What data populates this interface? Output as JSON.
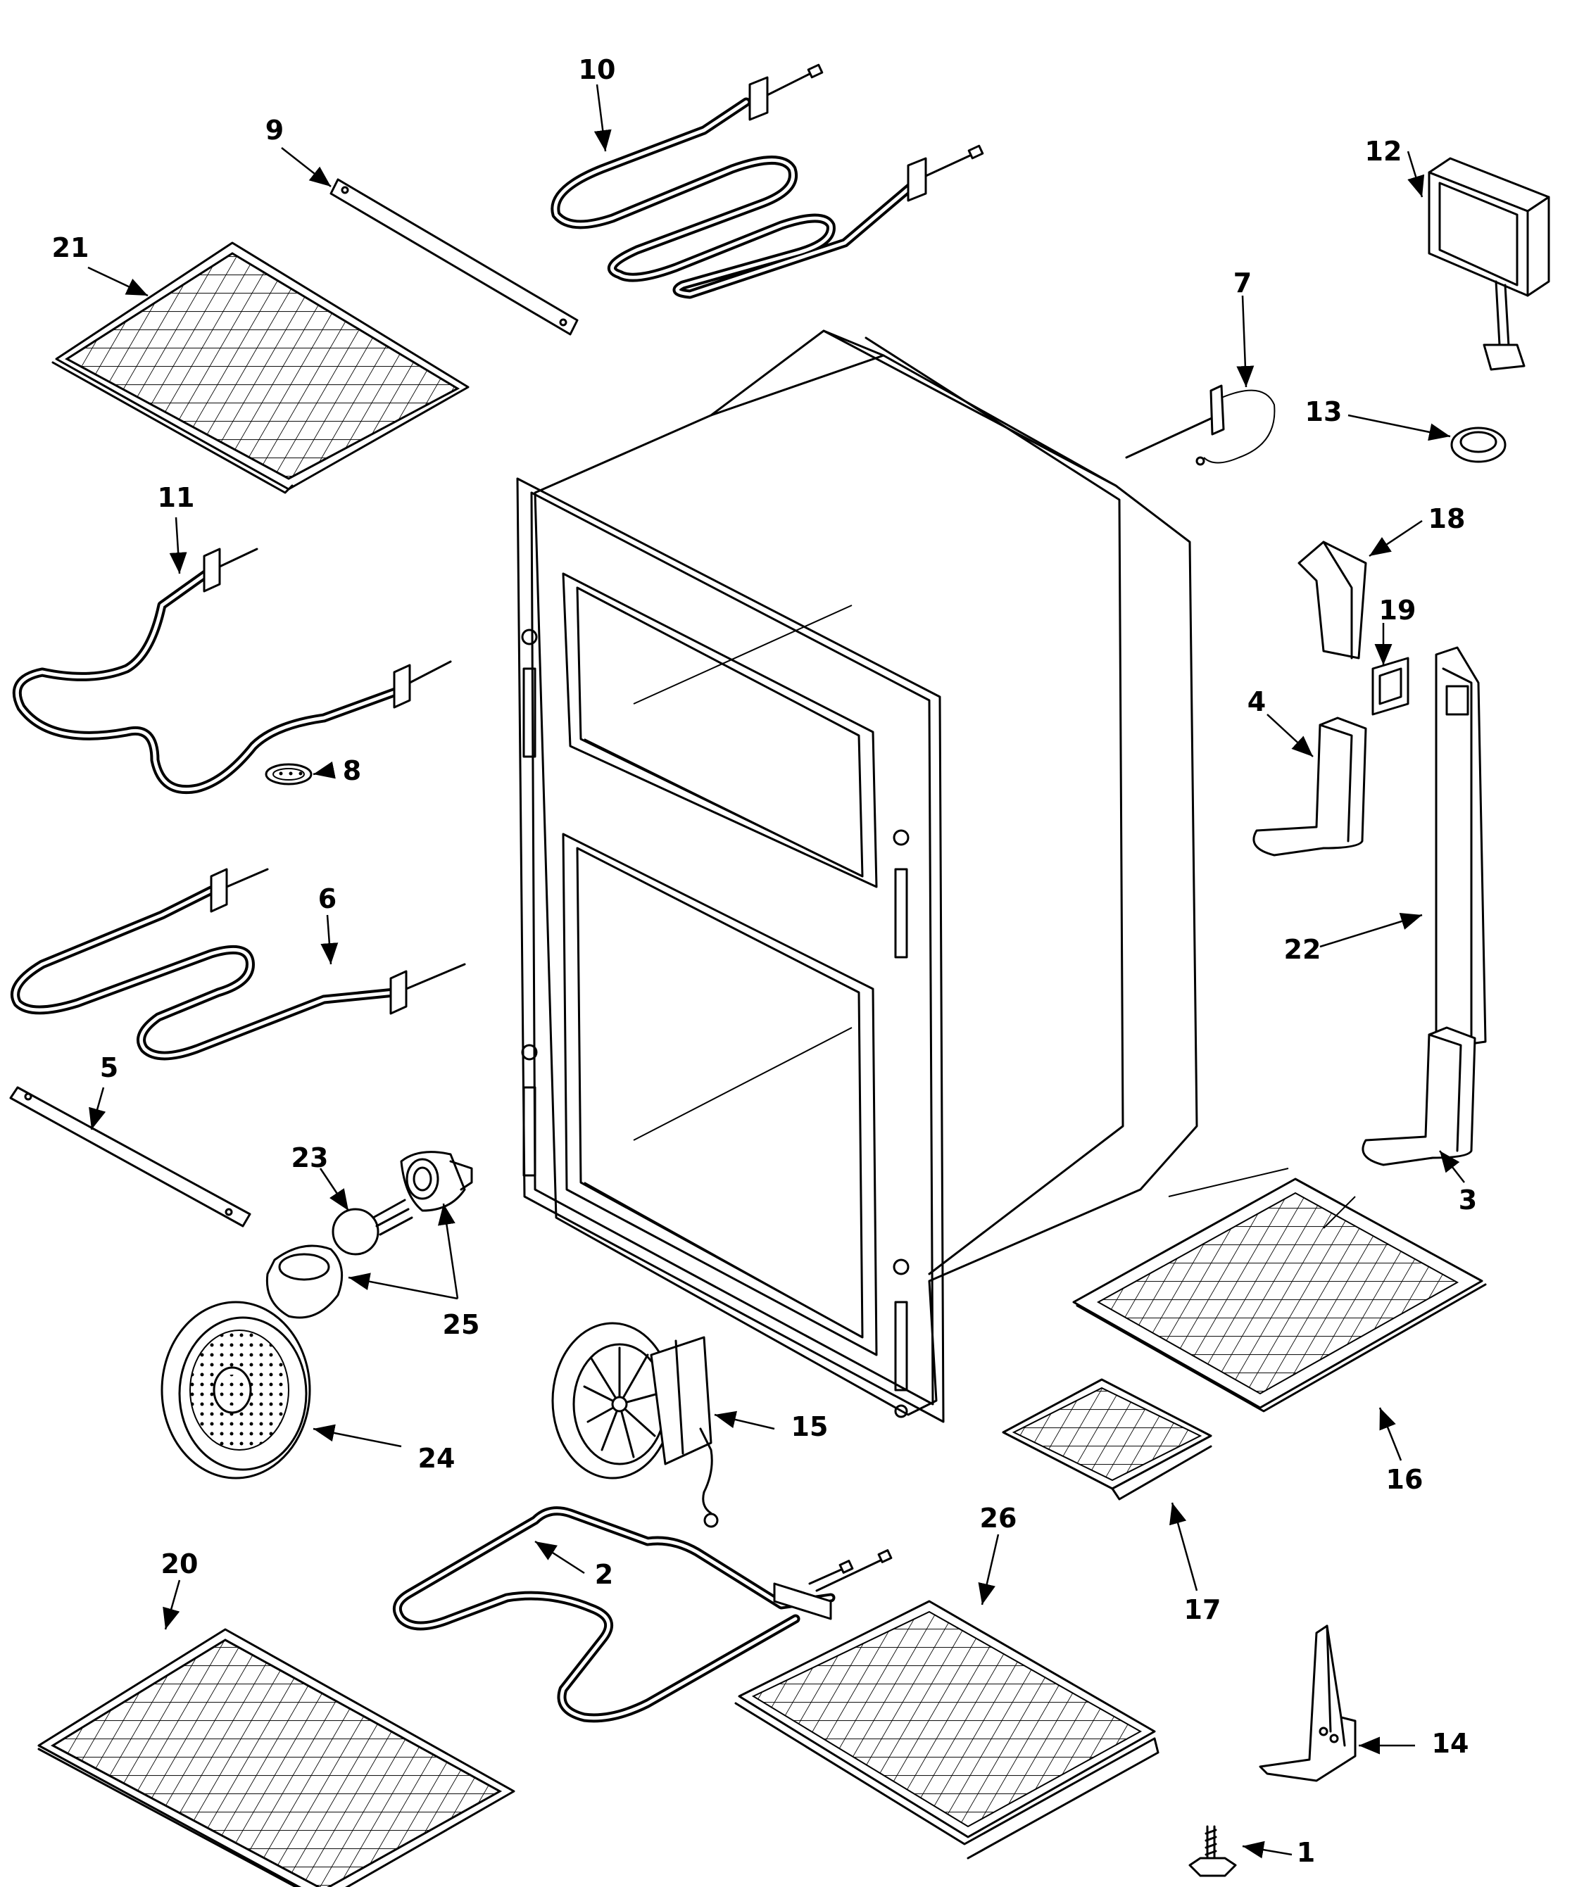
{
  "diagram": {
    "callouts": [
      {
        "id": "1",
        "label": "1"
      },
      {
        "id": "2",
        "label": "2"
      },
      {
        "id": "3",
        "label": "3"
      },
      {
        "id": "4",
        "label": "4"
      },
      {
        "id": "5",
        "label": "5"
      },
      {
        "id": "6",
        "label": "6"
      },
      {
        "id": "7",
        "label": "7"
      },
      {
        "id": "8",
        "label": "8"
      },
      {
        "id": "9",
        "label": "9"
      },
      {
        "id": "10",
        "label": "10"
      },
      {
        "id": "11",
        "label": "11"
      },
      {
        "id": "12",
        "label": "12"
      },
      {
        "id": "13",
        "label": "13"
      },
      {
        "id": "14",
        "label": "14"
      },
      {
        "id": "15",
        "label": "15"
      },
      {
        "id": "16",
        "label": "16"
      },
      {
        "id": "17",
        "label": "17"
      },
      {
        "id": "18",
        "label": "18"
      },
      {
        "id": "19",
        "label": "19"
      },
      {
        "id": "20",
        "label": "20"
      },
      {
        "id": "21",
        "label": "21"
      },
      {
        "id": "22",
        "label": "22"
      },
      {
        "id": "23",
        "label": "23"
      },
      {
        "id": "24",
        "label": "24"
      },
      {
        "id": "25",
        "label": "25"
      },
      {
        "id": "26",
        "label": "26"
      }
    ]
  }
}
